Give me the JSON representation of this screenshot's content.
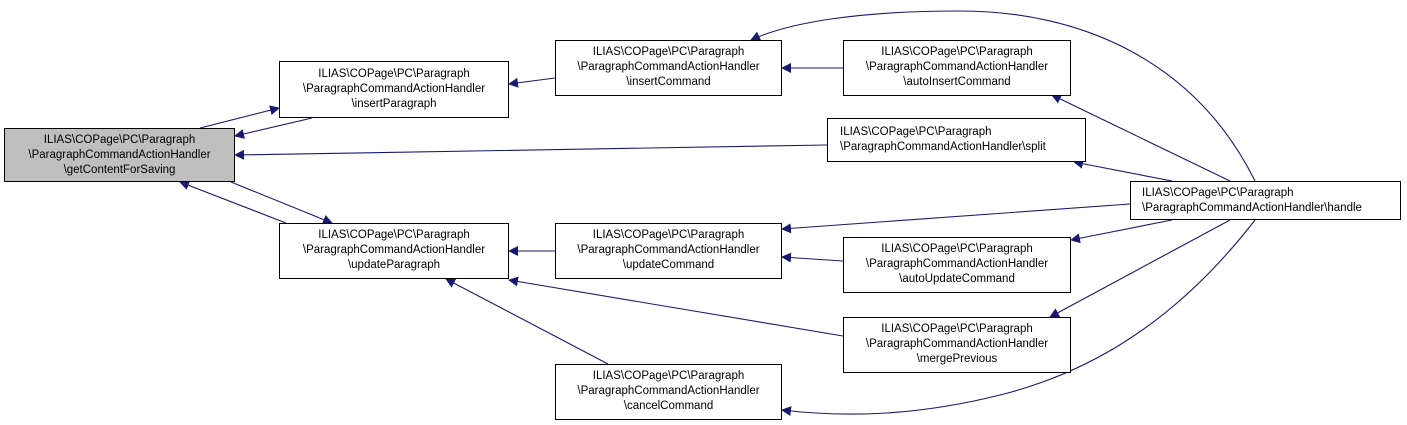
{
  "colors": {
    "edge": "#191970",
    "highlight_fill": "#bfbfbf",
    "border": "#000000"
  },
  "nodes": {
    "getContentForSaving": {
      "lines": [
        "ILIAS\\COPage\\PC\\Paragraph",
        "\\ParagraphCommandActionHandler",
        "\\getContentForSaving"
      ]
    },
    "insertParagraph": {
      "lines": [
        "ILIAS\\COPage\\PC\\Paragraph",
        "\\ParagraphCommandActionHandler",
        "\\insertParagraph"
      ]
    },
    "updateParagraph": {
      "lines": [
        "ILIAS\\COPage\\PC\\Paragraph",
        "\\ParagraphCommandActionHandler",
        "\\updateParagraph"
      ]
    },
    "insertCommand": {
      "lines": [
        "ILIAS\\COPage\\PC\\Paragraph",
        "\\ParagraphCommandActionHandler",
        "\\insertCommand"
      ]
    },
    "updateCommand": {
      "lines": [
        "ILIAS\\COPage\\PC\\Paragraph",
        "\\ParagraphCommandActionHandler",
        "\\updateCommand"
      ]
    },
    "cancelCommand": {
      "lines": [
        "ILIAS\\COPage\\PC\\Paragraph",
        "\\ParagraphCommandActionHandler",
        "\\cancelCommand"
      ]
    },
    "autoInsertCommand": {
      "lines": [
        "ILIAS\\COPage\\PC\\Paragraph",
        "\\ParagraphCommandActionHandler",
        "\\autoInsertCommand"
      ]
    },
    "split": {
      "lines": [
        "ILIAS\\COPage\\PC\\Paragraph",
        "\\ParagraphCommandActionHandler\\split"
      ]
    },
    "autoUpdateCommand": {
      "lines": [
        "ILIAS\\COPage\\PC\\Paragraph",
        "\\ParagraphCommandActionHandler",
        "\\autoUpdateCommand"
      ]
    },
    "mergePrevious": {
      "lines": [
        "ILIAS\\COPage\\PC\\Paragraph",
        "\\ParagraphCommandActionHandler",
        "\\mergePrevious"
      ]
    },
    "handle": {
      "lines": [
        "ILIAS\\COPage\\PC\\Paragraph",
        "\\ParagraphCommandActionHandler\\handle"
      ]
    }
  }
}
